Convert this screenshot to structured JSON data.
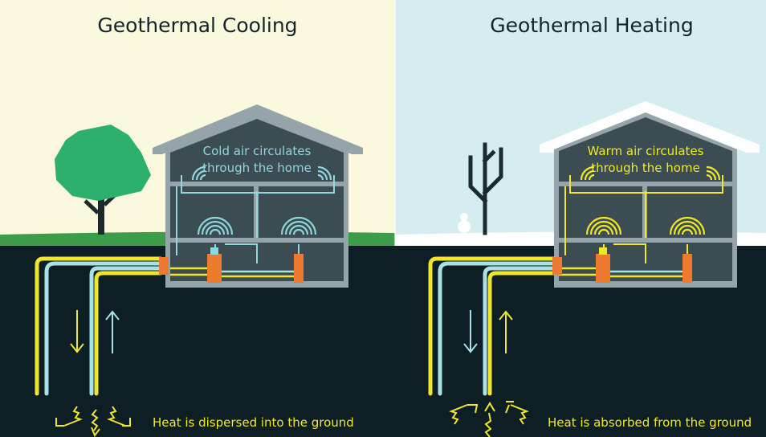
{
  "panels": {
    "cooling": {
      "title": "Geothermal Cooling",
      "house_label_line1": "Cold air circulates",
      "house_label_line2": "through the home",
      "ground_label": "Heat is dispersed into the ground",
      "season": "summer",
      "sky_color": "#fbf9dd",
      "air_color": "#8fd6dd"
    },
    "heating": {
      "title": "Geothermal Heating",
      "house_label_line1": "Warm air circulates",
      "house_label_line2": "through the home",
      "ground_label": "Heat is absorbed from the ground",
      "season": "winter",
      "sky_color": "#d5ecf1",
      "air_color": "#f1e72a"
    }
  },
  "colors": {
    "ground": "#0d1f24",
    "house_interior": "#3b4d52",
    "house_frame": "#95a3aa",
    "pipe_warm": "#f1e72a",
    "pipe_cool": "#a8e2e6",
    "equipment": "#ee7a2f",
    "grass": "#3c9c48",
    "tree": "#2cb06c",
    "snow": "#ffffff"
  },
  "icons": [
    "tree-icon",
    "bare-tree-icon",
    "snowman-icon",
    "down-arrow-icon",
    "up-arrow-icon",
    "heat-squiggle-icon",
    "air-waves-icon",
    "heat-pump-icon",
    "water-heater-icon"
  ]
}
